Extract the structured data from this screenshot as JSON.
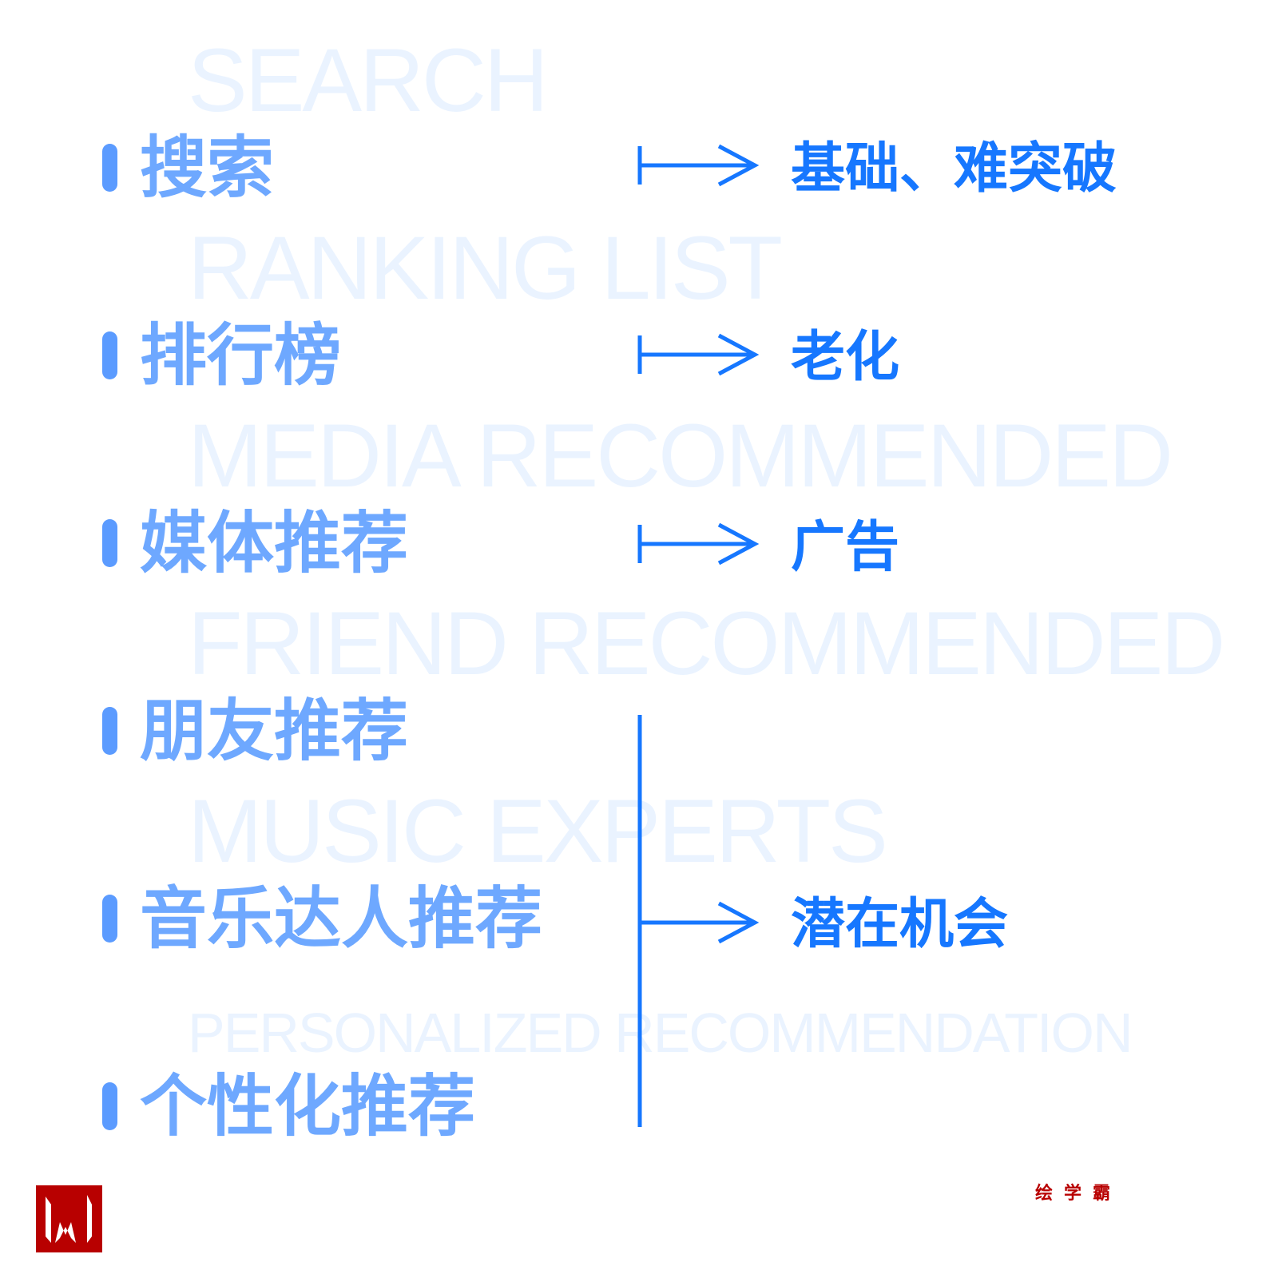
{
  "ghost_labels": [
    "SEARCH",
    "RANKING LIST",
    "MEDIA RECOMMENDED",
    "FRIEND RECOMMENDED",
    "MUSIC EXPERTS",
    "PERSONALIZED RECOMMENDATION"
  ],
  "channels": [
    "搜索",
    "排行榜",
    "媒体推荐",
    "朋友推荐",
    "音乐达人推荐",
    "个性化推荐"
  ],
  "outcomes": [
    "基础、难突破",
    "老化",
    "广告",
    "潜在机会"
  ],
  "brand": "绘学霸",
  "colors": {
    "accent": "#1677ff",
    "label": "#6ea8ff",
    "ghost": "#eaf3ff",
    "brand": "#b80000"
  }
}
